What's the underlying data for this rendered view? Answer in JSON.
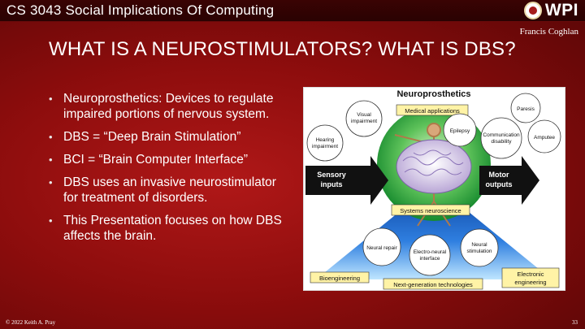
{
  "header": {
    "course_title": "CS 3043 Social Implications Of Computing",
    "logo_text": "WPI"
  },
  "author": "Francis Coghlan",
  "slide_title": "WHAT IS A NEUROSTIMULATORS? WHAT IS DBS?",
  "bullets": [
    "Neuroprosthetics: Devices to regulate impaired portions of nervous system.",
    "DBS = “Deep Brain Stimulation”",
    "BCI = “Brain Computer Interface”",
    "DBS uses an invasive neurostimulator for treatment of disorders.",
    "This Presentation focuses on how DBS affects the brain."
  ],
  "figure": {
    "title": "Neuroprosthetics",
    "medical_applications": "Medical applications",
    "visual_impairment_1": "Visual",
    "visual_impairment_2": "impairment",
    "hearing_impairment_1": "Hearing",
    "hearing_impairment_2": "impairment",
    "epilepsy": "Epilepsy",
    "paresis": "Paresis",
    "communication_1": "Communication",
    "communication_2": "disability",
    "amputee": "Amputee",
    "sensory_1": "Sensory",
    "sensory_2": "inputs",
    "motor_1": "Motor",
    "motor_2": "outputs",
    "systems_neuroscience": "Systems neuroscience",
    "neural_repair": "Neural repair",
    "electro_neural_1": "Electro-neural",
    "electro_neural_2": "interface",
    "neural_stimulation_1": "Neural",
    "neural_stimulation_2": "stimulation",
    "bioengineering": "Bioengineering",
    "next_gen": "Next-generation technologies",
    "electronic_1": "Electronic",
    "electronic_2": "engineering"
  },
  "footer": {
    "copyright": "© 2022 Keith A. Pray",
    "page_number": "33"
  },
  "colors": {
    "background": "#8e0d0d",
    "label_box": "#fff3a6",
    "green_sphere": "#1fa13a",
    "blue_triangle": "#1f5fc4"
  }
}
